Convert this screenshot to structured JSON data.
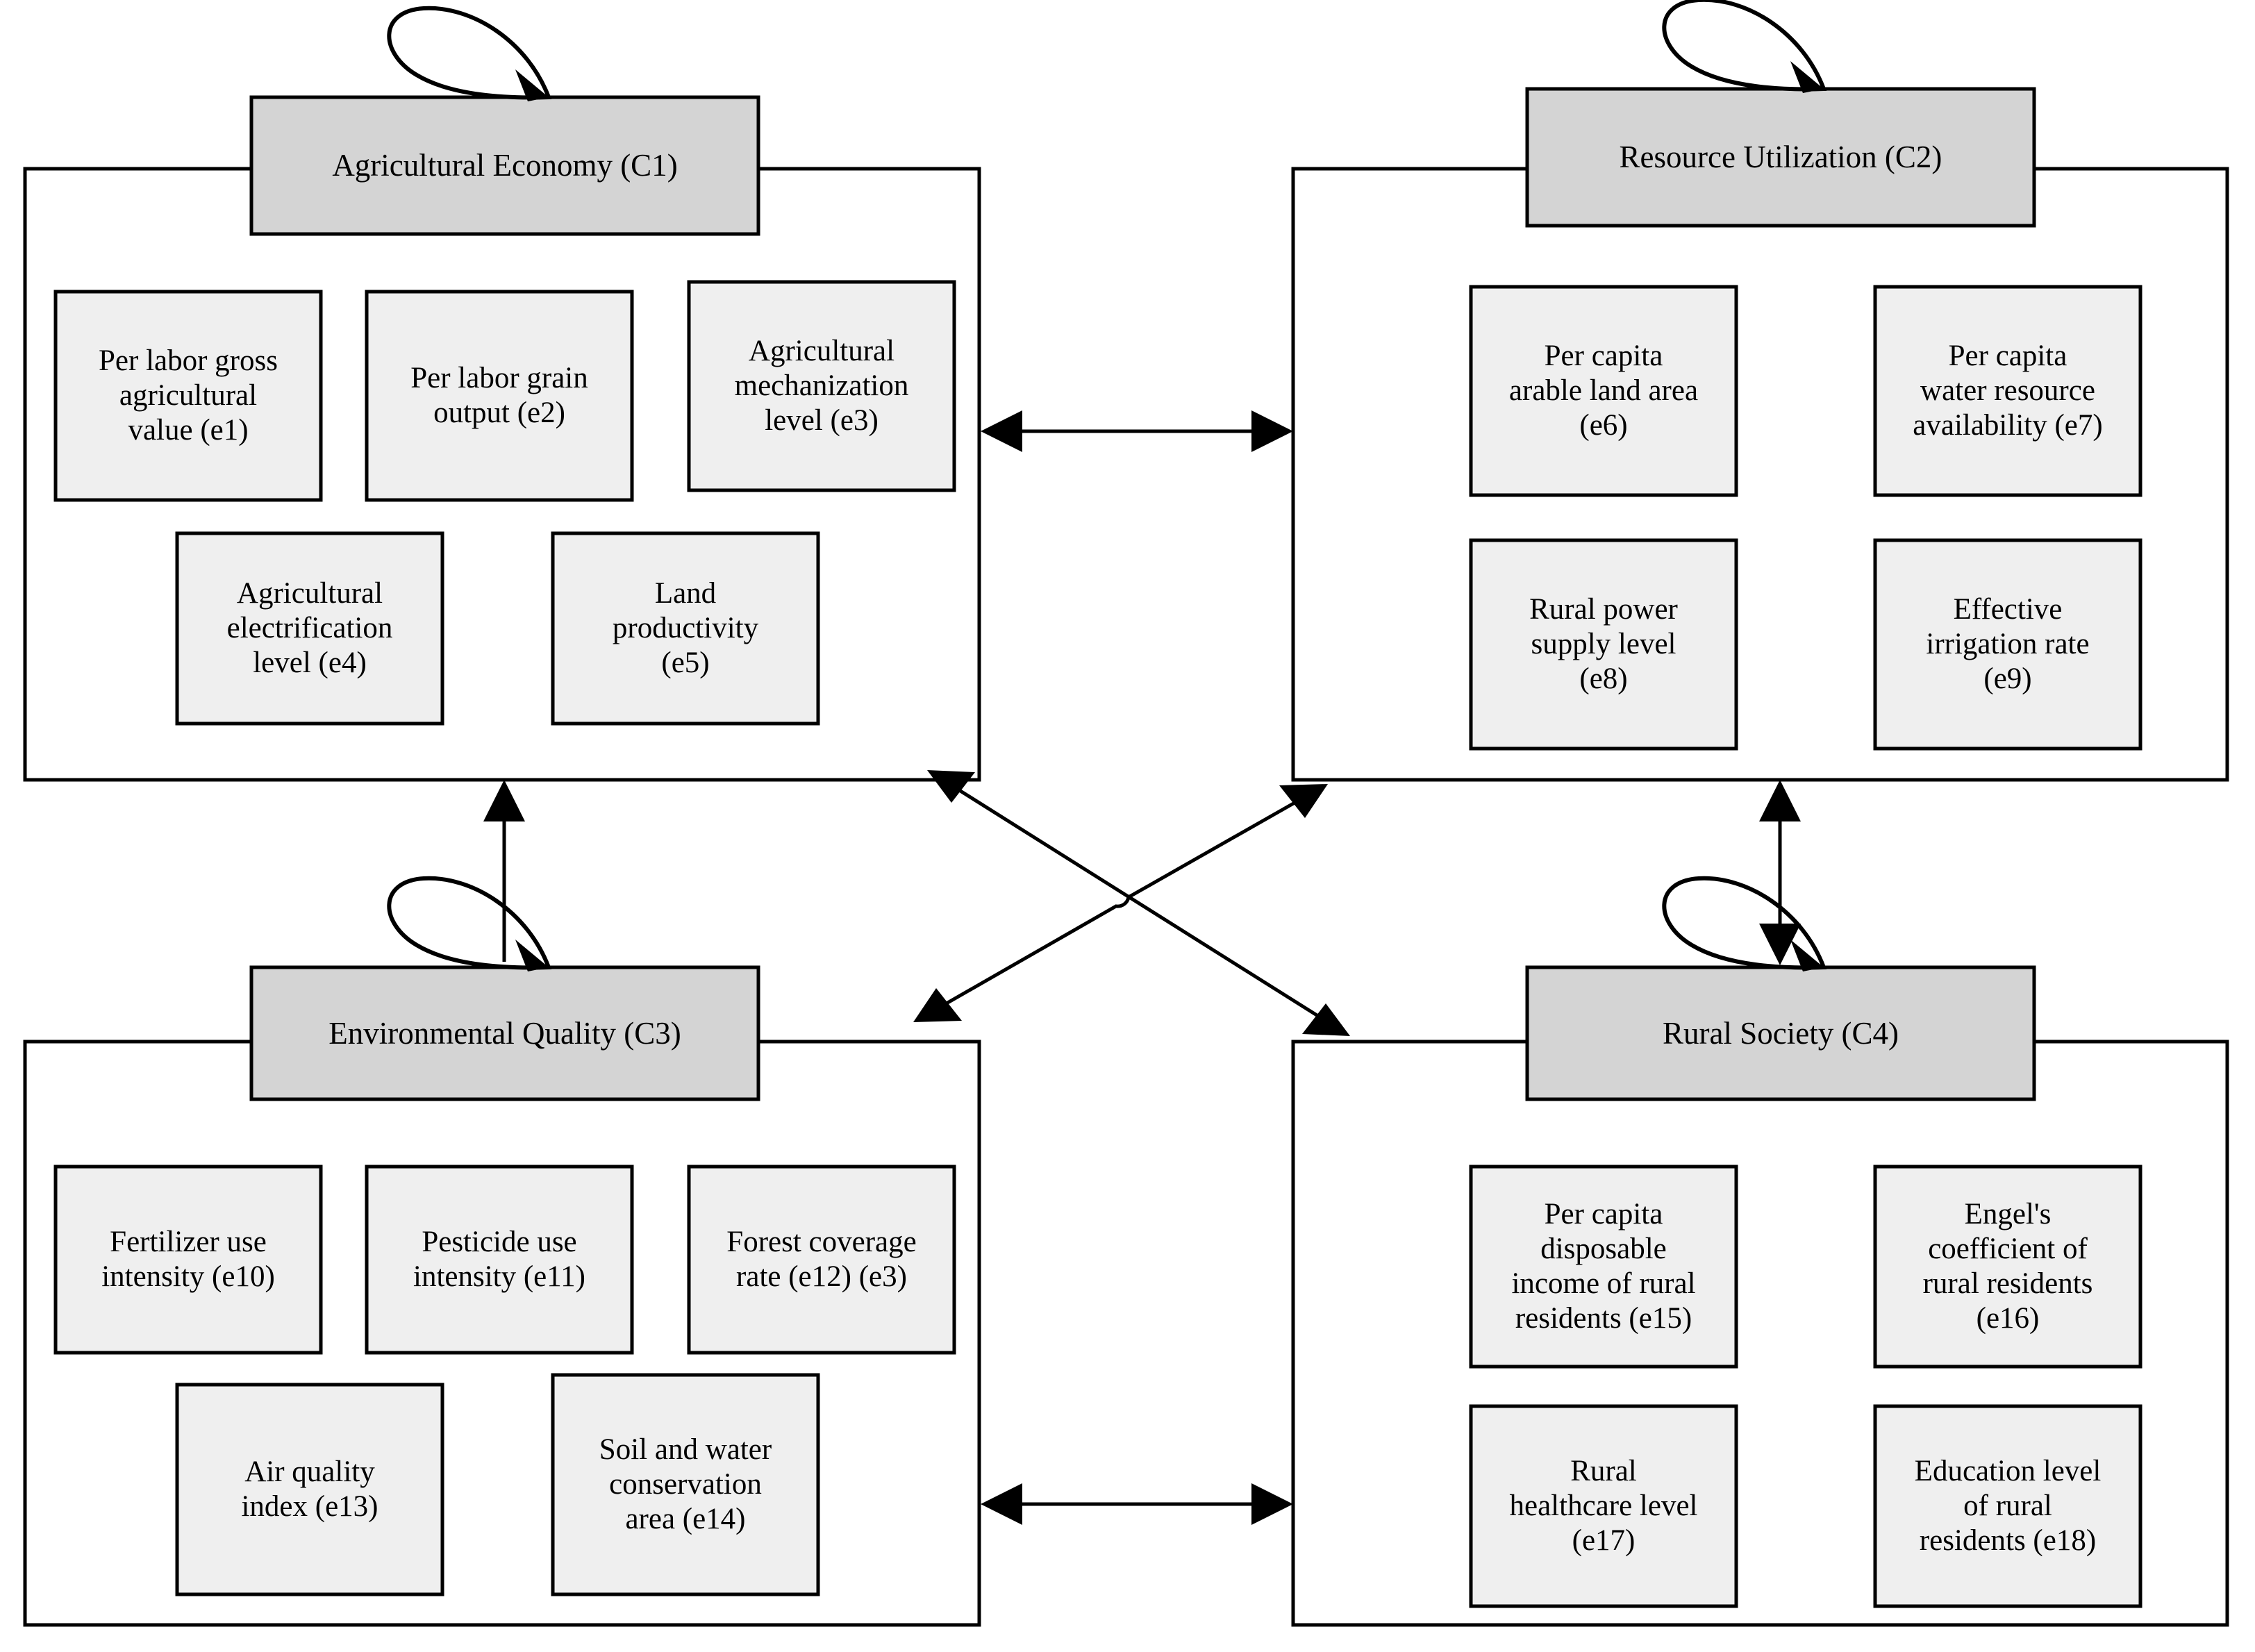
{
  "diagram": {
    "type": "conceptual-framework",
    "palette": {
      "construct_fill": "#d4d4d4",
      "indicator_fill": "#efefef",
      "stroke": "#000000",
      "background": "#ffffff"
    },
    "constructs": [
      {
        "id": "C1",
        "label": "Agricultural Economy (C1)",
        "has_self_loop": true,
        "indicators": [
          {
            "id": "e1",
            "label": "Per labor gross\nagricultural\nvalue (e1)"
          },
          {
            "id": "e2",
            "label": "Per labor grain\noutput (e2)"
          },
          {
            "id": "e3",
            "label": "Agricultural\nmechanization\nlevel (e3)"
          },
          {
            "id": "e4",
            "label": "Agricultural\nelectrification\nlevel (e4)"
          },
          {
            "id": "e5",
            "label": "Land\nproductivity\n(e5)"
          }
        ]
      },
      {
        "id": "C2",
        "label": "Resource Utilization (C2)",
        "has_self_loop": true,
        "indicators": [
          {
            "id": "e6",
            "label": "Per capita\narable land area\n(e6)"
          },
          {
            "id": "e7",
            "label": "Per capita\nwater resource\navailability (e7)"
          },
          {
            "id": "e8",
            "label": "Rural power\nsupply level\n(e8)"
          },
          {
            "id": "e9",
            "label": "Effective\nirrigation rate\n(e9)"
          }
        ]
      },
      {
        "id": "C3",
        "label": "Environmental Quality (C3)",
        "has_self_loop": true,
        "indicators": [
          {
            "id": "e10",
            "label": "Fertilizer use\nintensity (e10)"
          },
          {
            "id": "e11",
            "label": "Pesticide use\nintensity (e11)"
          },
          {
            "id": "e12",
            "label": "Forest coverage\nrate (e12) (e3)"
          },
          {
            "id": "e13",
            "label": "Air quality\nindex (e13)"
          },
          {
            "id": "e14",
            "label": "Soil and water\nconservation\narea (e14)"
          }
        ]
      },
      {
        "id": "C4",
        "label": "Rural Society (C4)",
        "has_self_loop": true,
        "indicators": [
          {
            "id": "e15",
            "label": "Per capita\ndisposable\nincome of rural\nresidents (e15)"
          },
          {
            "id": "e16",
            "label": "Engel's\ncoefficient of\nrural residents\n(e16)"
          },
          {
            "id": "e17",
            "label": "Rural\nhealthcare level\n(e17)"
          },
          {
            "id": "e18",
            "label": "Education level\nof rural\nresidents (e18)"
          }
        ]
      }
    ],
    "edges": [
      {
        "id": "c1-c2",
        "from": "C1",
        "to": "C2",
        "style": "double-headed",
        "orientation": "horizontal"
      },
      {
        "id": "c3-c4",
        "from": "C3",
        "to": "C4",
        "style": "double-headed",
        "orientation": "horizontal"
      },
      {
        "id": "c3-c1",
        "from": "C3",
        "to": "C1",
        "style": "single-headed",
        "orientation": "vertical"
      },
      {
        "id": "c2-c4",
        "from": "C2",
        "to": "C4",
        "style": "double-headed",
        "orientation": "vertical"
      },
      {
        "id": "c3-c2",
        "from": "C3",
        "to": "C2",
        "style": "double-headed",
        "orientation": "diagonal"
      },
      {
        "id": "c1-c4",
        "from": "C1",
        "to": "C4",
        "style": "double-headed",
        "orientation": "diagonal"
      },
      {
        "id": "loop-c1",
        "from": "C1",
        "to": "C1",
        "style": "self-loop"
      },
      {
        "id": "loop-c2",
        "from": "C2",
        "to": "C2",
        "style": "self-loop"
      },
      {
        "id": "loop-c3",
        "from": "C3",
        "to": "C3",
        "style": "self-loop"
      },
      {
        "id": "loop-c4",
        "from": "C4",
        "to": "C4",
        "style": "self-loop"
      }
    ]
  }
}
